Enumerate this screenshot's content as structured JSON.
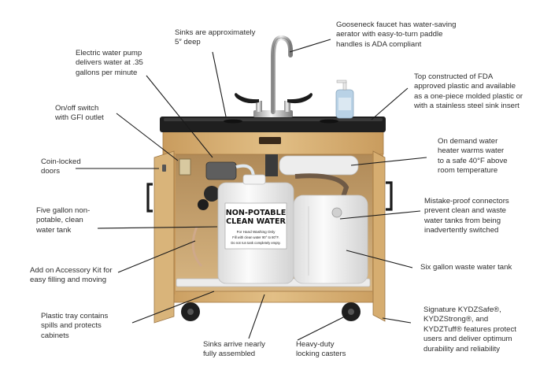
{
  "callouts": {
    "sinks_deep": [
      "Sinks are approximately",
      "5″ deep"
    ],
    "faucet": [
      "Gooseneck faucet has water-saving",
      "aerator with easy-to-turn paddle",
      "handles is ADA compliant"
    ],
    "pump": [
      "Electric water pump",
      "delivers water at .35",
      "gallons per minute"
    ],
    "top": [
      "Top constructed of FDA",
      "approved plastic and available",
      "as a one-piece molded plastic or",
      "with a stainless steel sink insert"
    ],
    "switch": [
      "On/off switch",
      "with GFI outlet"
    ],
    "heater": [
      "On demand water",
      "heater warms water",
      "to a safe 40°F above",
      "room temperature"
    ],
    "doors": [
      "Coin-locked",
      "doors"
    ],
    "connectors": [
      "Mistake-proof connectors",
      "prevent clean and waste",
      "water tanks from being",
      "inadvertently switched"
    ],
    "clean_tank": [
      "Five gallon non-",
      "potable, clean",
      "water tank"
    ],
    "waste_tank": [
      "Six gallon waste water tank"
    ],
    "accessory": [
      "Add on Accessory Kit for",
      "easy filling and moving"
    ],
    "tray": [
      "Plastic tray contains",
      "spills and protects",
      "cabinets"
    ],
    "assembled": [
      "Sinks arrive nearly",
      "fully assembled"
    ],
    "casters": [
      "Heavy-duty",
      "locking casters"
    ],
    "signature": [
      "Signature KYDZSafe®,",
      "KYDZStrong®, and",
      "KYDZTuff® features protect",
      "users and deliver optimum",
      "durability and reliability"
    ]
  },
  "tank_label": {
    "title_line1": "NON-POTABLE",
    "title_line2": "CLEAN WATER",
    "note1": "For Hand Washing Only",
    "note2": "Fill with clean water 90° to 80°F.",
    "note3": "Do not run tank completely empty."
  },
  "colors": {
    "wood": "#d9b47a",
    "wood_dark": "#b98d52",
    "countertop": "#1e1e1e",
    "tank": "#efefef",
    "line": "#1a1a1a"
  }
}
